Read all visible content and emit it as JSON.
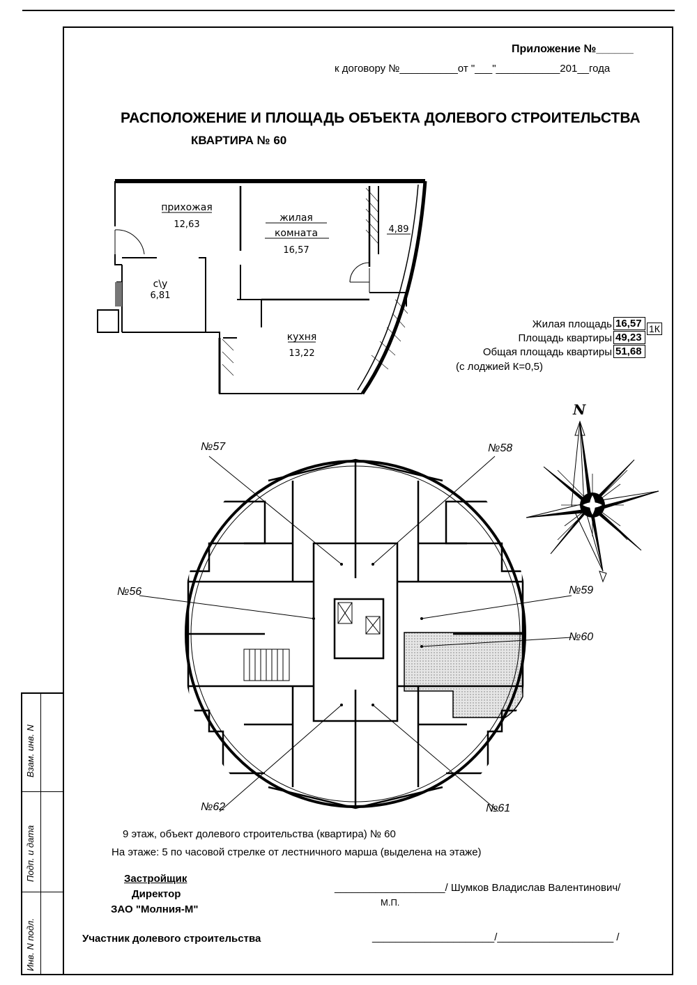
{
  "appendix": {
    "title": "Приложение №______",
    "contract_line": "к договору №__________от \"___\"___________201__года"
  },
  "heading": {
    "main": "РАСПОЛОЖЕНИЕ И ПЛОЩАДЬ ОБЪЕКТА ДОЛЕВОГО СТРОИТЕЛЬСТВА",
    "apartment": "КВАРТИРА № 60"
  },
  "plan": {
    "rooms": [
      {
        "name": "прихожая",
        "area": "12,63"
      },
      {
        "name_line1": "жилая",
        "name_line2": "комната",
        "area": "16,57"
      },
      {
        "name": "",
        "area": "4,89"
      },
      {
        "name": "с\\у",
        "area": "6,81"
      },
      {
        "name": "кухня",
        "area": "13,22"
      }
    ]
  },
  "areas": {
    "living_label": "Жилая площадь",
    "living_value": "16,57",
    "type_badge": "1К",
    "flat_label": "Площадь квартиры",
    "flat_value": "49,23",
    "total_label": "Общая площадь квартиры",
    "total_value": "51,68",
    "note": "(с лоджией К=0,5)"
  },
  "compass": {
    "north": "N"
  },
  "floor": {
    "callouts": [
      "№57",
      "№58",
      "№56",
      "№59",
      "№60",
      "№62",
      "№61"
    ]
  },
  "info": {
    "line1": "9 этаж, объект долевого строительства (квартира) № 60",
    "line2": "На этаже:  5 по часовой стрелке от лестничного марша (выделена на этаже)"
  },
  "signatures": {
    "developer_title": "Застройщик",
    "director": "Директор",
    "company": "ЗАО \"Молния-М\"",
    "director_sign": "___________________/ Шумков Владислав Валентинович/",
    "stamp": "М.П.",
    "participant": "Участник долевого строительства",
    "participant_sign": "_____________________/____________________  /"
  },
  "side_stamp": {
    "field1": "Взам. инв. N",
    "field2": "Подп. и дата",
    "field3": "Инв. N подл."
  }
}
